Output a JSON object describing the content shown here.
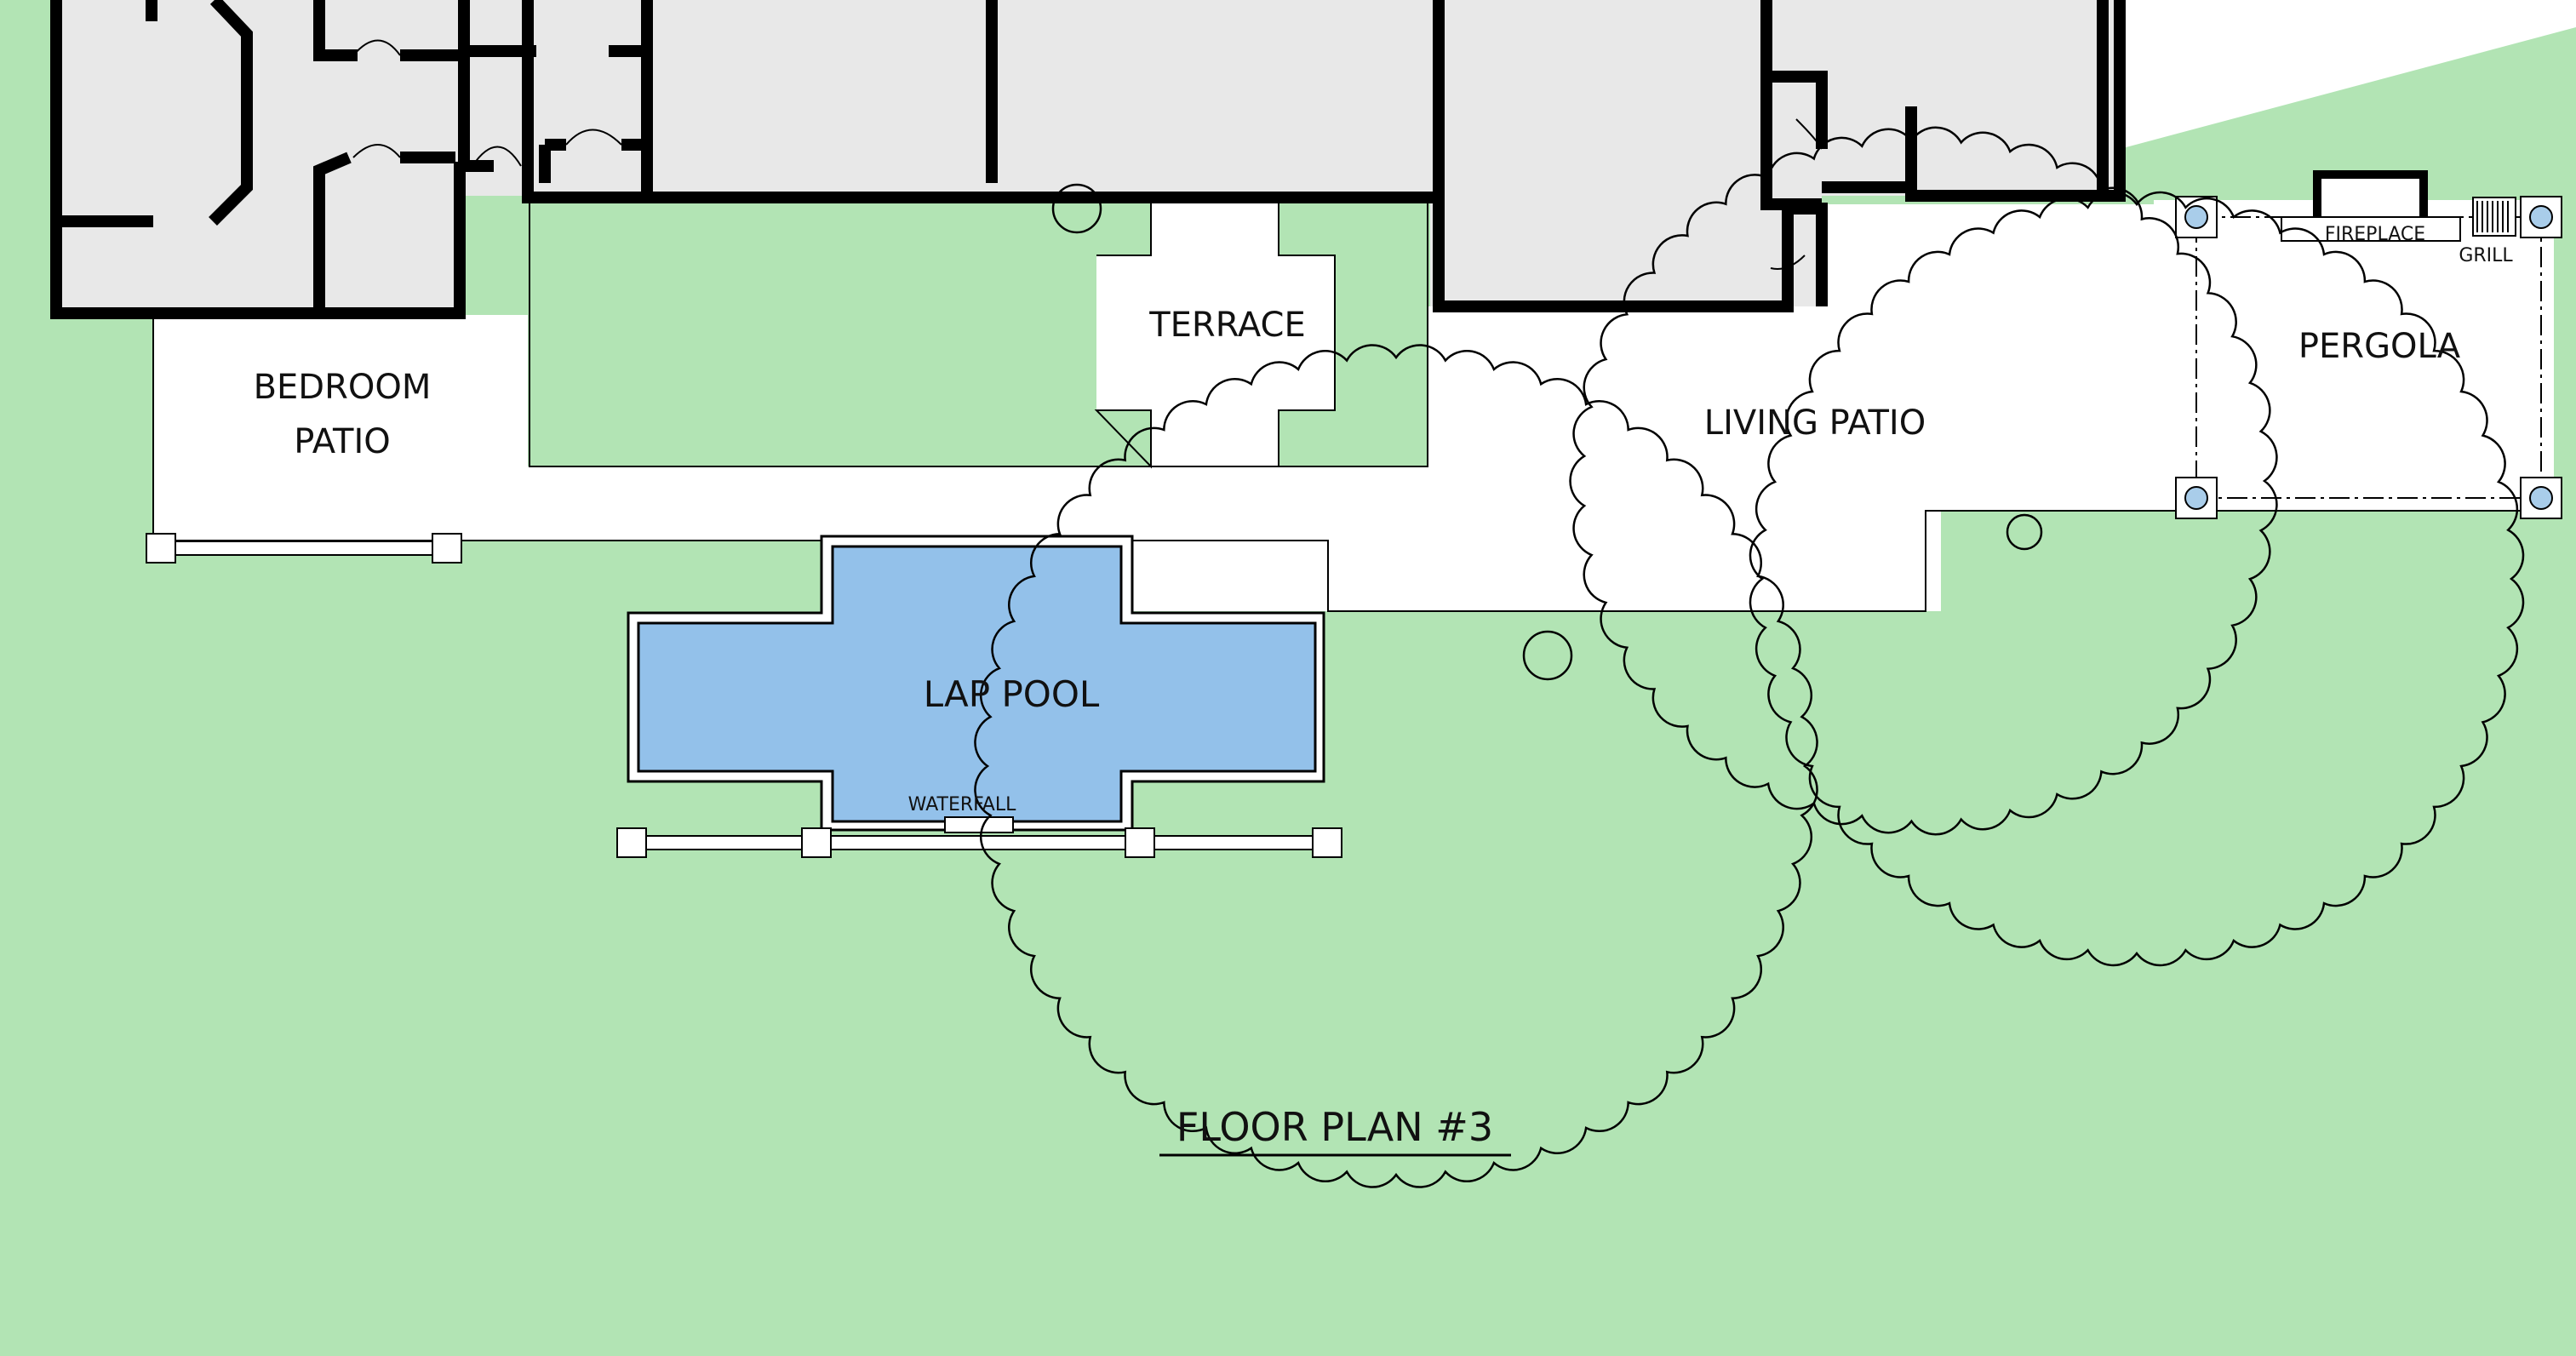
{
  "colors": {
    "lawn": "#b2e4b4",
    "paving": "#ffffff",
    "interior": "#e8e8e8",
    "wall": "#000000",
    "pool": "#93c1ea",
    "post": "#a9cdea"
  },
  "labels": {
    "bedroom_patio_line1": "BEDROOM",
    "bedroom_patio_line2": "PATIO",
    "terrace": "TERRACE",
    "living_patio": "LIVING PATIO",
    "pergola": "PERGOLA",
    "lap_pool": "LAP POOL",
    "waterfall": "WATERFALL",
    "fireplace": "FIREPLACE",
    "grill": "GRILL",
    "title": "FLOOR PLAN #3"
  }
}
